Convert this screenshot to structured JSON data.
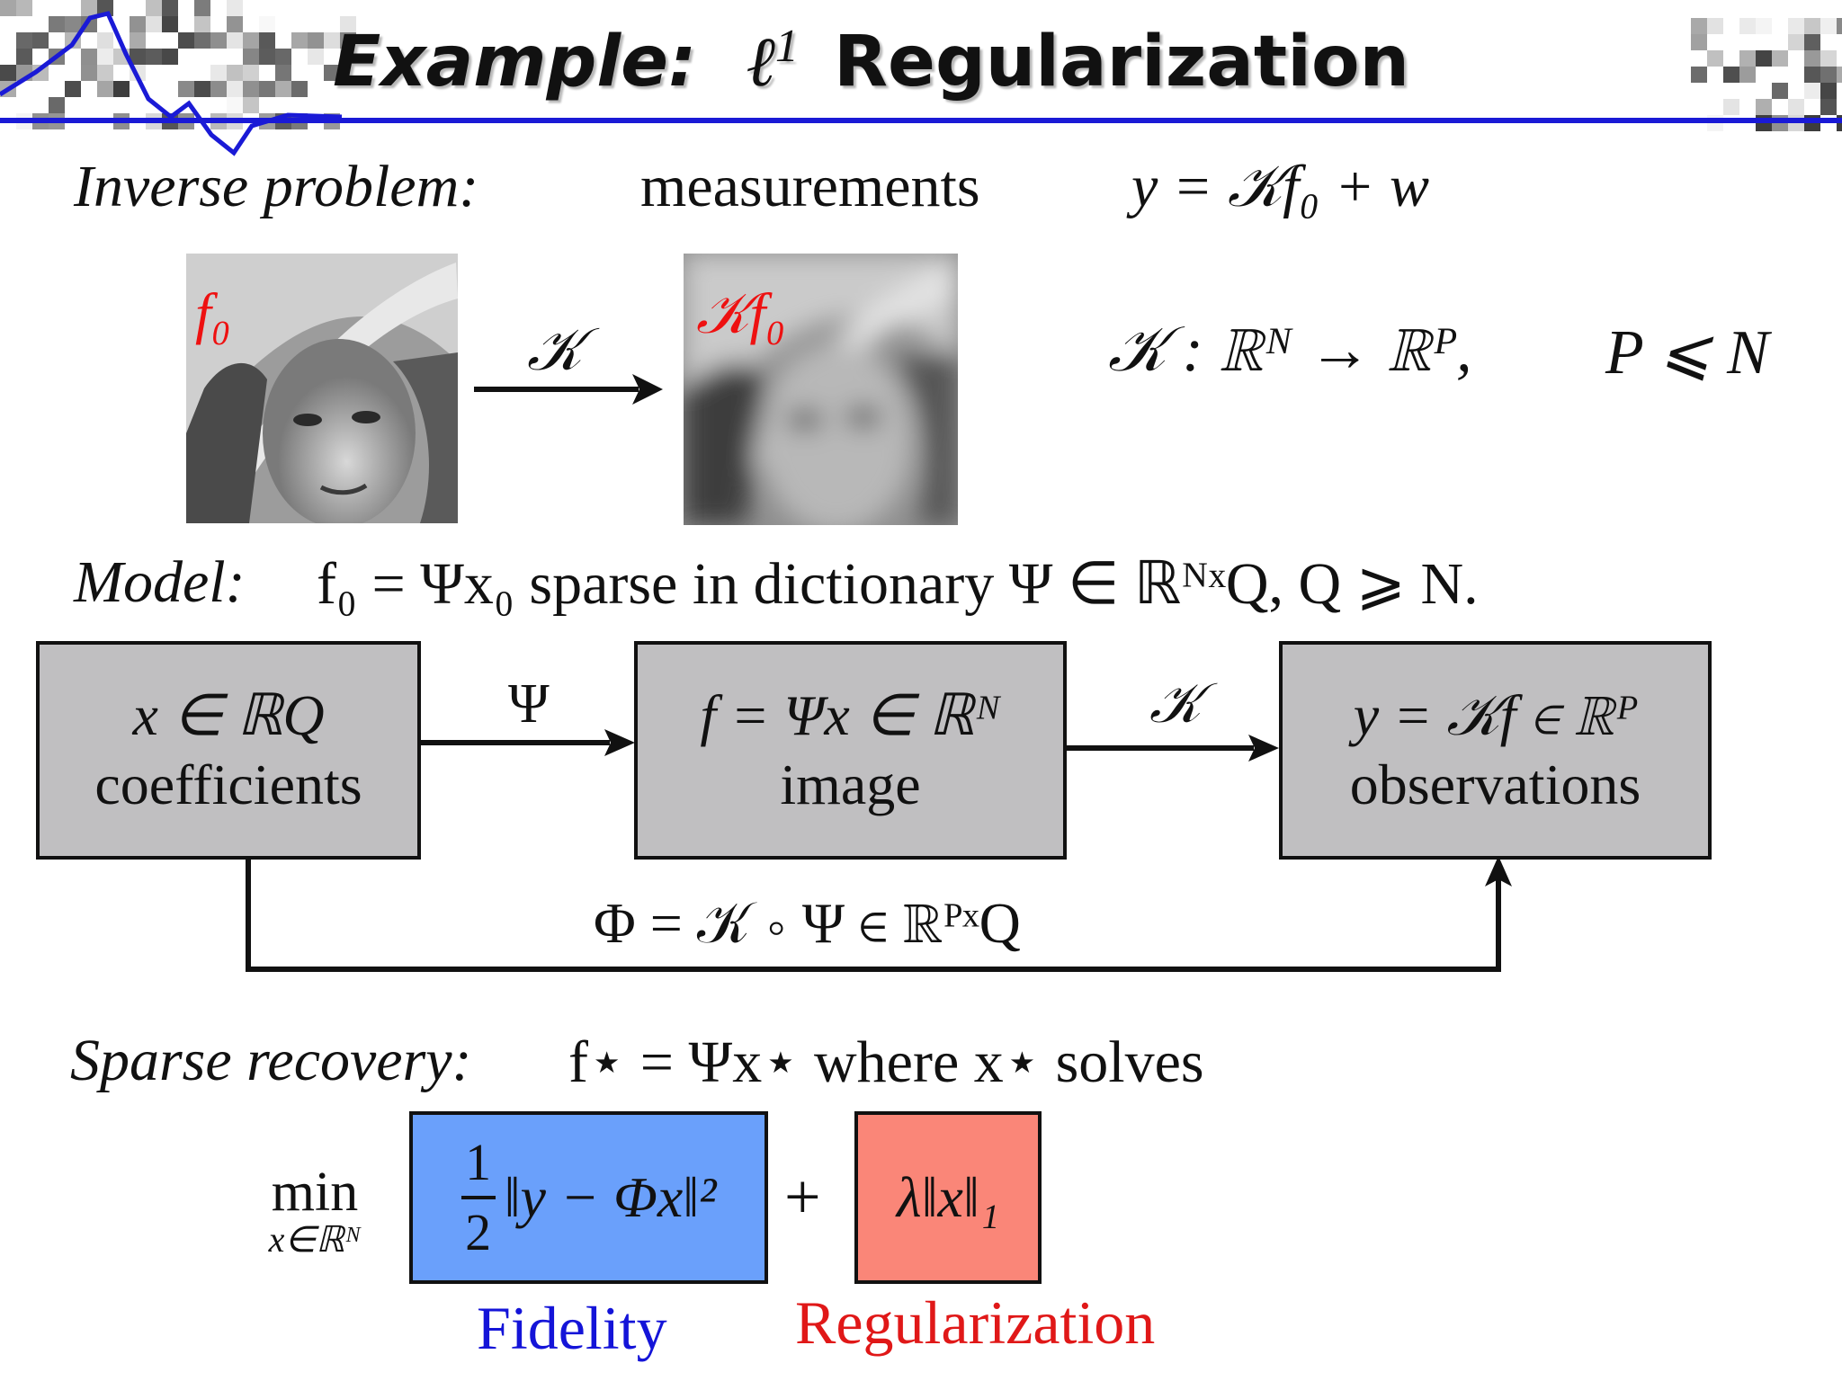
{
  "title": {
    "prefix": "Example:",
    "symbol": "ℓ",
    "power": "1",
    "suffix": "Regularization"
  },
  "inverse_problem": {
    "label": "Inverse problem:",
    "measurements_word": "measurements",
    "equation": "y = 𝒦f₀ + w"
  },
  "images": {
    "original_label": "f₀",
    "blurred_label": "𝒦f₀",
    "arrow_label": "𝒦"
  },
  "operator_def": {
    "map": "𝒦 : ℝᴺ → ℝᴾ,",
    "constraint": "P ⩽ N"
  },
  "model": {
    "label": "Model:",
    "text": "f₀ = Ψx₀ sparse in dictionary Ψ ∈ ℝᴺˣQ, Q ⩾ N."
  },
  "diagram": {
    "box1": {
      "math": "x ∈ ℝQ",
      "word": "coefficients"
    },
    "box2": {
      "math": "f = Ψx ∈ ℝᴺ",
      "word": "image"
    },
    "box3": {
      "math": "y = 𝒦f ∈ ℝᴾ",
      "word": "observations"
    },
    "arrow1": "Ψ",
    "arrow2": "𝒦",
    "bottom": "Φ = 𝒦 ∘ Ψ ∈ ℝᴾˣQ"
  },
  "sparse_recovery": {
    "label": "Sparse recovery:",
    "text": "f⋆ = Ψx⋆ where x⋆ solves"
  },
  "objective": {
    "min_word": "min",
    "min_sub": "x∈ℝᴺ",
    "fidelity_num": "1",
    "fidelity_den": "2",
    "fidelity_expr": "‖y − Φx‖²",
    "plus": "+",
    "reg_expr": "λ‖x‖₁",
    "fidelity_caption": "Fidelity",
    "reg_caption": "Regularization"
  },
  "colors": {
    "fidelity_box": "#6aa0fb",
    "reg_box": "#fa8678",
    "fidelity_text": "#1414d8",
    "reg_text": "#e01818",
    "rule": "#1a1ad6"
  }
}
